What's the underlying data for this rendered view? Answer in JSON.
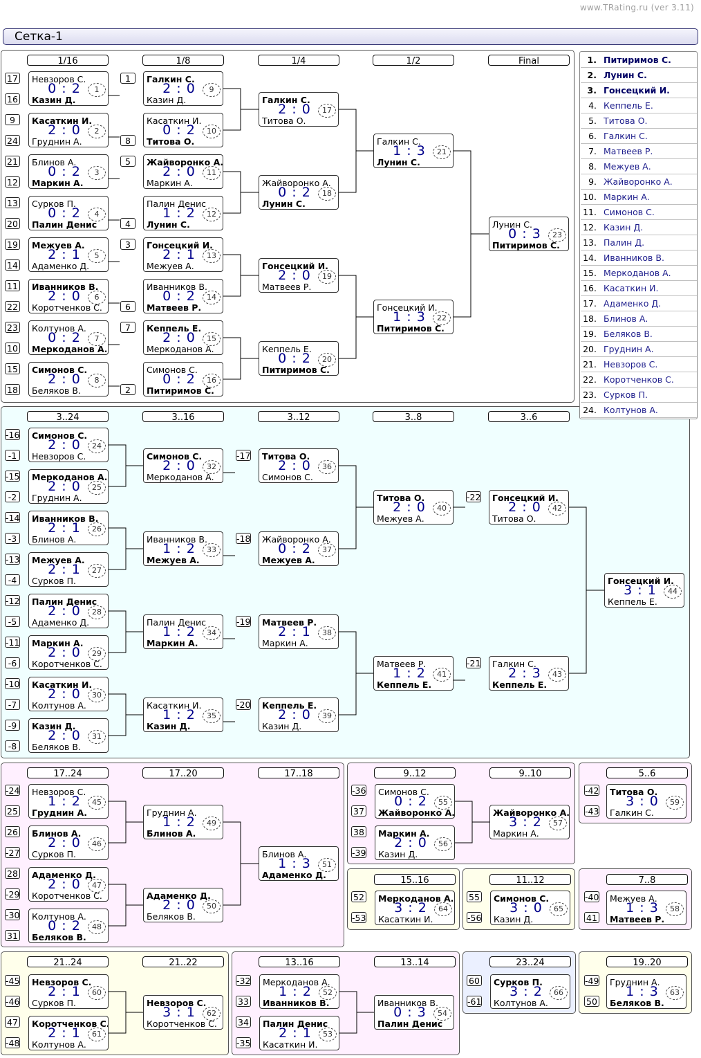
{
  "credit": "www.TRating.ru (ver 3.11)",
  "title": "Сетка-1",
  "headers": [
    "1/16",
    "1/8",
    "1/4",
    "1/2",
    "Final",
    "3..24",
    "3..16",
    "3..12",
    "3..8",
    "3..6",
    "17..24",
    "17..20",
    "17..18",
    "9..12",
    "9..10",
    "5..6",
    "15..16",
    "11..12",
    "7..8",
    "21..24",
    "21..22",
    "13..16",
    "13..14",
    "23..24",
    "19..20"
  ],
  "seeds": [
    "17",
    "16",
    "9",
    "24",
    "21",
    "12",
    "13",
    "20",
    "19",
    "14",
    "11",
    "22",
    "23",
    "10",
    "15",
    "18",
    "1",
    "8",
    "5",
    "4",
    "3",
    "6",
    "7",
    "2",
    "-16",
    "-1",
    "-15",
    "-2",
    "-14",
    "-3",
    "-13",
    "-4",
    "-12",
    "-5",
    "-11",
    "-6",
    "-10",
    "-7",
    "-9",
    "-8",
    "-17",
    "-18",
    "-19",
    "-20",
    "-22",
    "-21",
    "-24",
    "25",
    "26",
    "-27",
    "28",
    "-29",
    "-30",
    "31",
    "-36",
    "37",
    "38",
    "-39",
    "-42",
    "-43",
    "52",
    "-53",
    "55",
    "-56",
    "-40",
    "41",
    "-45",
    "-46",
    "47",
    "-48",
    "-32",
    "33",
    "34",
    "-35",
    "60",
    "-61",
    "-49",
    "50"
  ],
  "matches": [
    {
      "p1": "Невзоров С.",
      "p2": "Казин Д.",
      "s": "0 : 2",
      "n": "1",
      "w": 2
    },
    {
      "p1": "Касаткин И.",
      "p2": "Груднин А.",
      "s": "2 : 0",
      "n": "2",
      "w": 1
    },
    {
      "p1": "Блинов А.",
      "p2": "Маркин А.",
      "s": "0 : 2",
      "n": "3",
      "w": 2
    },
    {
      "p1": "Сурков П.",
      "p2": "Палин Денис",
      "s": "0 : 2",
      "n": "4",
      "w": 2
    },
    {
      "p1": "Межуев А.",
      "p2": "Адаменко Д.",
      "s": "2 : 1",
      "n": "5",
      "w": 1
    },
    {
      "p1": "Иванников В.",
      "p2": "Коротченков С.",
      "s": "2 : 0",
      "n": "6",
      "w": 1
    },
    {
      "p1": "Колтунов А.",
      "p2": "Меркоданов А.",
      "s": "0 : 2",
      "n": "7",
      "w": 2
    },
    {
      "p1": "Симонов С.",
      "p2": "Беляков В.",
      "s": "2 : 0",
      "n": "8",
      "w": 1
    },
    {
      "p1": "Галкин С.",
      "p2": "Казин Д.",
      "s": "2 : 0",
      "n": "9",
      "w": 1
    },
    {
      "p1": "Касаткин И.",
      "p2": "Титова О.",
      "s": "0 : 2",
      "n": "10",
      "w": 2
    },
    {
      "p1": "Жайворонко А.",
      "p2": "Маркин А.",
      "s": "2 : 0",
      "n": "11",
      "w": 1
    },
    {
      "p1": "Палин Денис",
      "p2": "Лунин С.",
      "s": "1 : 2",
      "n": "12",
      "w": 2
    },
    {
      "p1": "Гонсецкий И.",
      "p2": "Межуев А.",
      "s": "2 : 1",
      "n": "13",
      "w": 1
    },
    {
      "p1": "Иванников В.",
      "p2": "Матвеев Р.",
      "s": "0 : 2",
      "n": "14",
      "w": 2
    },
    {
      "p1": "Кеппель Е.",
      "p2": "Меркоданов А.",
      "s": "2 : 0",
      "n": "15",
      "w": 1
    },
    {
      "p1": "Симонов С.",
      "p2": "Питиримов С.",
      "s": "0 : 2",
      "n": "16",
      "w": 2
    },
    {
      "p1": "Галкин С.",
      "p2": "Титова О.",
      "s": "2 : 0",
      "n": "17",
      "w": 1
    },
    {
      "p1": "Жайворонко А.",
      "p2": "Лунин С.",
      "s": "0 : 2",
      "n": "18",
      "w": 2
    },
    {
      "p1": "Гонсецкий И.",
      "p2": "Матвеев Р.",
      "s": "2 : 0",
      "n": "19",
      "w": 1
    },
    {
      "p1": "Кеппель Е.",
      "p2": "Питиримов С.",
      "s": "0 : 2",
      "n": "20",
      "w": 2
    },
    {
      "p1": "Галкин С.",
      "p2": "Лунин С.",
      "s": "1 : 3",
      "n": "21",
      "w": 2
    },
    {
      "p1": "Гонсецкий И.",
      "p2": "Питиримов С.",
      "s": "1 : 3",
      "n": "22",
      "w": 2
    },
    {
      "p1": "Лунин С.",
      "p2": "Питиримов С.",
      "s": "0 : 3",
      "n": "23",
      "w": 2
    },
    {
      "p1": "Симонов С.",
      "p2": "Невзоров С.",
      "s": "2 : 0",
      "n": "24",
      "w": 1
    },
    {
      "p1": "Меркоданов А.",
      "p2": "Груднин А.",
      "s": "2 : 0",
      "n": "25",
      "w": 1
    },
    {
      "p1": "Иванников В.",
      "p2": "Блинов А.",
      "s": "2 : 1",
      "n": "26",
      "w": 1
    },
    {
      "p1": "Межуев А.",
      "p2": "Сурков П.",
      "s": "2 : 1",
      "n": "27",
      "w": 1
    },
    {
      "p1": "Палин Денис",
      "p2": "Адаменко Д.",
      "s": "2 : 0",
      "n": "28",
      "w": 1
    },
    {
      "p1": "Маркин А.",
      "p2": "Коротченков С.",
      "s": "2 : 0",
      "n": "29",
      "w": 1
    },
    {
      "p1": "Касаткин И.",
      "p2": "Колтунов А.",
      "s": "2 : 0",
      "n": "30",
      "w": 1
    },
    {
      "p1": "Казин Д.",
      "p2": "Беляков В.",
      "s": "2 : 0",
      "n": "31",
      "w": 1
    },
    {
      "p1": "Симонов С.",
      "p2": "Меркоданов А.",
      "s": "2 : 0",
      "n": "32",
      "w": 1
    },
    {
      "p1": "Иванников В.",
      "p2": "Межуев А.",
      "s": "1 : 2",
      "n": "33",
      "w": 2
    },
    {
      "p1": "Палин Денис",
      "p2": "Маркин А.",
      "s": "1 : 2",
      "n": "34",
      "w": 2
    },
    {
      "p1": "Касаткин И.",
      "p2": "Казин Д.",
      "s": "1 : 2",
      "n": "35",
      "w": 2
    },
    {
      "p1": "Титова О.",
      "p2": "Симонов С.",
      "s": "2 : 0",
      "n": "36",
      "w": 1
    },
    {
      "p1": "Жайворонко А.",
      "p2": "Межуев А.",
      "s": "0 : 2",
      "n": "37",
      "w": 2
    },
    {
      "p1": "Матвеев Р.",
      "p2": "Маркин А.",
      "s": "2 : 1",
      "n": "38",
      "w": 1
    },
    {
      "p1": "Кеппель Е.",
      "p2": "Казин Д.",
      "s": "2 : 0",
      "n": "39",
      "w": 1
    },
    {
      "p1": "Титова О.",
      "p2": "Межуев А.",
      "s": "2 : 0",
      "n": "40",
      "w": 1
    },
    {
      "p1": "Матвеев Р.",
      "p2": "Кеппель Е.",
      "s": "1 : 2",
      "n": "41",
      "w": 2
    },
    {
      "p1": "Гонсецкий И.",
      "p2": "Титова О.",
      "s": "2 : 0",
      "n": "42",
      "w": 1
    },
    {
      "p1": "Галкин С.",
      "p2": "Кеппель Е.",
      "s": "2 : 3",
      "n": "43",
      "w": 2
    },
    {
      "p1": "Гонсецкий И.",
      "p2": "Кеппель Е.",
      "s": "3 : 1",
      "n": "44",
      "w": 1
    },
    {
      "p1": "Невзоров С.",
      "p2": "Груднин А.",
      "s": "1 : 2",
      "n": "45",
      "w": 2
    },
    {
      "p1": "Блинов А.",
      "p2": "Сурков П.",
      "s": "2 : 0",
      "n": "46",
      "w": 1
    },
    {
      "p1": "Адаменко Д.",
      "p2": "Коротченков С.",
      "s": "2 : 0",
      "n": "47",
      "w": 1
    },
    {
      "p1": "Колтунов А.",
      "p2": "Беляков В.",
      "s": "0 : 2",
      "n": "48",
      "w": 2
    },
    {
      "p1": "Груднин А.",
      "p2": "Блинов А.",
      "s": "1 : 2",
      "n": "49",
      "w": 2
    },
    {
      "p1": "Адаменко Д.",
      "p2": "Беляков В.",
      "s": "2 : 0",
      "n": "50",
      "w": 1
    },
    {
      "p1": "Блинов А.",
      "p2": "Адаменко Д.",
      "s": "1 : 3",
      "n": "51",
      "w": 2
    },
    {
      "p1": "Симонов С.",
      "p2": "Жайворонко А.",
      "s": "0 : 2",
      "n": "55",
      "w": 2
    },
    {
      "p1": "Маркин А.",
      "p2": "Казин Д.",
      "s": "2 : 0",
      "n": "56",
      "w": 1
    },
    {
      "p1": "Жайворонко А.",
      "p2": "Маркин А.",
      "s": "3 : 2",
      "n": "57",
      "w": 1
    },
    {
      "p1": "Титова О.",
      "p2": "Галкин С.",
      "s": "3 : 0",
      "n": "59",
      "w": 1
    },
    {
      "p1": "Меркоданов А.",
      "p2": "Касаткин И.",
      "s": "3 : 2",
      "n": "64",
      "w": 1
    },
    {
      "p1": "Симонов С.",
      "p2": "Казин Д.",
      "s": "3 : 0",
      "n": "65",
      "w": 1
    },
    {
      "p1": "Межуев А.",
      "p2": "Матвеев Р.",
      "s": "1 : 3",
      "n": "58",
      "w": 2
    },
    {
      "p1": "Невзоров С.",
      "p2": "Сурков П.",
      "s": "2 : 1",
      "n": "60",
      "w": 1
    },
    {
      "p1": "Коротченков С.",
      "p2": "Колтунов А.",
      "s": "2 : 1",
      "n": "61",
      "w": 1
    },
    {
      "p1": "Невзоров С.",
      "p2": "Коротченков С.",
      "s": "3 : 1",
      "n": "62",
      "w": 1
    },
    {
      "p1": "Меркоданов А.",
      "p2": "Иванников В.",
      "s": "1 : 2",
      "n": "52",
      "w": 2
    },
    {
      "p1": "Палин Денис",
      "p2": "Касаткин И.",
      "s": "2 : 1",
      "n": "53",
      "w": 1
    },
    {
      "p1": "Иванников В.",
      "p2": "Палин Денис",
      "s": "0 : 3",
      "n": "54",
      "w": 2
    },
    {
      "p1": "Сурков П.",
      "p2": "Колтунов А.",
      "s": "3 : 2",
      "n": "66",
      "w": 1
    },
    {
      "p1": "Груднин А.",
      "p2": "Беляков В.",
      "s": "1 : 3",
      "n": "63",
      "w": 2
    }
  ],
  "ranking": [
    {
      "rank": "1.",
      "name": "Питиримов С."
    },
    {
      "rank": "2.",
      "name": "Лунин С."
    },
    {
      "rank": "3.",
      "name": "Гонсецкий И."
    },
    {
      "rank": "4.",
      "name": "Кеппель Е."
    },
    {
      "rank": "5.",
      "name": "Титова О."
    },
    {
      "rank": "6.",
      "name": "Галкин С."
    },
    {
      "rank": "7.",
      "name": "Матвеев Р."
    },
    {
      "rank": "8.",
      "name": "Межуев А."
    },
    {
      "rank": "9.",
      "name": "Жайворонко А."
    },
    {
      "rank": "10.",
      "name": "Маркин А."
    },
    {
      "rank": "11.",
      "name": "Симонов С."
    },
    {
      "rank": "12.",
      "name": "Казин Д."
    },
    {
      "rank": "13.",
      "name": "Палин Д."
    },
    {
      "rank": "14.",
      "name": "Иванников В."
    },
    {
      "rank": "15.",
      "name": "Меркоданов А."
    },
    {
      "rank": "16.",
      "name": "Касаткин И."
    },
    {
      "rank": "17.",
      "name": "Адаменко Д."
    },
    {
      "rank": "18.",
      "name": "Блинов А."
    },
    {
      "rank": "19.",
      "name": "Беляков В."
    },
    {
      "rank": "20.",
      "name": "Груднин А."
    },
    {
      "rank": "21.",
      "name": "Невзоров С."
    },
    {
      "rank": "22.",
      "name": "Коротченков С."
    },
    {
      "rank": "23.",
      "name": "Сурков П."
    },
    {
      "rank": "24.",
      "name": "Колтунов А."
    }
  ],
  "colors": {
    "score": "#00008b",
    "panel_main": "#ffffff",
    "panel_cyan": "#f0ffff",
    "panel_pink": "#fff0ff",
    "panel_yellow": "#ffffeb",
    "panel_blue": "#ebf0ff"
  }
}
